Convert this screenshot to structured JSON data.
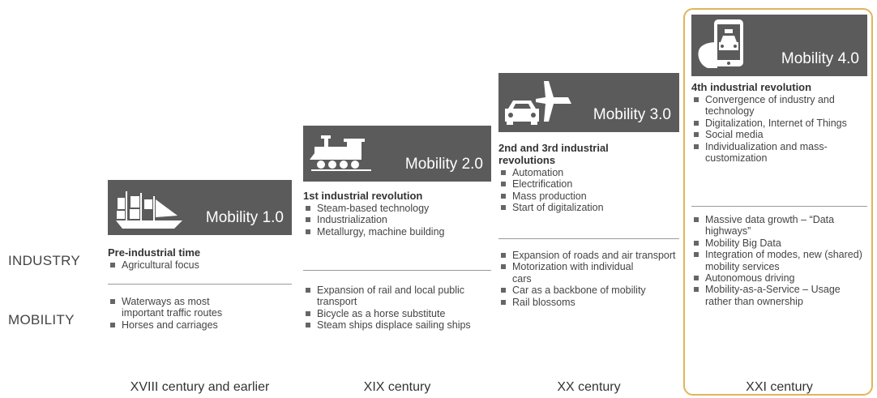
{
  "row_labels": {
    "industry": "INDUSTRY",
    "mobility": "MOBILITY"
  },
  "highlight_color": "#e0b55a",
  "header_color": "#5b5b5b",
  "columns": [
    {
      "title": "Mobility 1.0",
      "icon": "sailing-ship-icon",
      "industry_title": "Pre-industrial time",
      "industry_items": [
        "Agricultural focus"
      ],
      "mobility_items": [
        "Waterways as most important traffic routes",
        "Horses and carriages"
      ],
      "century": "XVIII century and earlier"
    },
    {
      "title": "Mobility 2.0",
      "icon": "steam-train-icon",
      "industry_title": "1st industrial revolution",
      "industry_items": [
        "Steam-based technology",
        "Industrialization",
        "Metallurgy, machine building"
      ],
      "mobility_items": [
        "Expansion of rail and local public transport",
        "Bicycle as a horse substitute",
        "Steam ships displace sailing ships"
      ],
      "century": "XIX century"
    },
    {
      "title": "Mobility 3.0",
      "icon": "car-and-airplane-icon",
      "industry_title": "2nd and 3rd industrial revolutions",
      "industry_items": [
        "Automation",
        "Electrification",
        "Mass production",
        "Start of digitalization"
      ],
      "mobility_items": [
        "Expansion of roads and air transport",
        "Motorization with individual cars",
        "Car as a backbone of mobility",
        "Rail blossoms"
      ],
      "century": "XX century"
    },
    {
      "title": "Mobility 4.0",
      "icon": "smartphone-taxi-icon",
      "industry_title": "4th industrial revolution",
      "industry_items": [
        "Convergence of industry and technology",
        "Digitalization, Internet of Things",
        "Social media",
        "Individualization and mass-customization"
      ],
      "mobility_items": [
        "Massive data growth – “Data highways”",
        "Mobility Big Data",
        "Integration of modes, new (shared) mobility services",
        "Autonomous driving",
        "Mobility-as-a-Service – Usage rather than ownership"
      ],
      "century": "XXI century"
    }
  ]
}
